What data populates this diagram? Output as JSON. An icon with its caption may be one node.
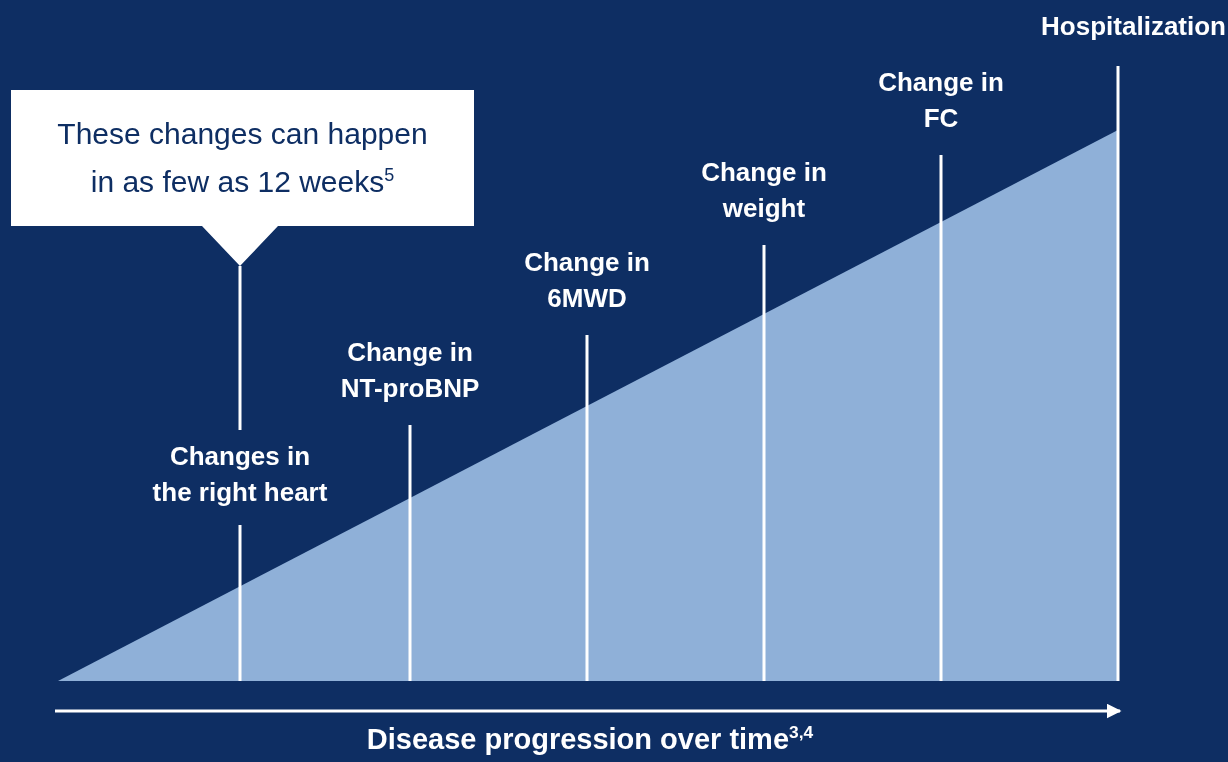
{
  "diagram": {
    "nodes": [
      {
        "text": [
          "These changes can happen in as few as 12 weeks$^{5}$"
        ]
      },
      {
        "text": [
          "Changes in the right heart"
        ]
      },
      {
        "text": [
          "Change in NT-proBNP"
        ]
      },
      {
        "text": [
          "Change in 6MWD"
        ]
      },
      {
        "text": [
          "Change in weight"
        ]
      },
      {
        "text": [
          "Change in FC"
        ]
      },
      {
        "text": [
          "Hospitalization"
        ]
      }
    ],
    "edges": [
      {
        "from": 0,
        "to": 1,
        "arrow": "none"
      }
    ],
    "labels": [
      "Disease progression over time$^{3,4}$"
    ]
  }
}
